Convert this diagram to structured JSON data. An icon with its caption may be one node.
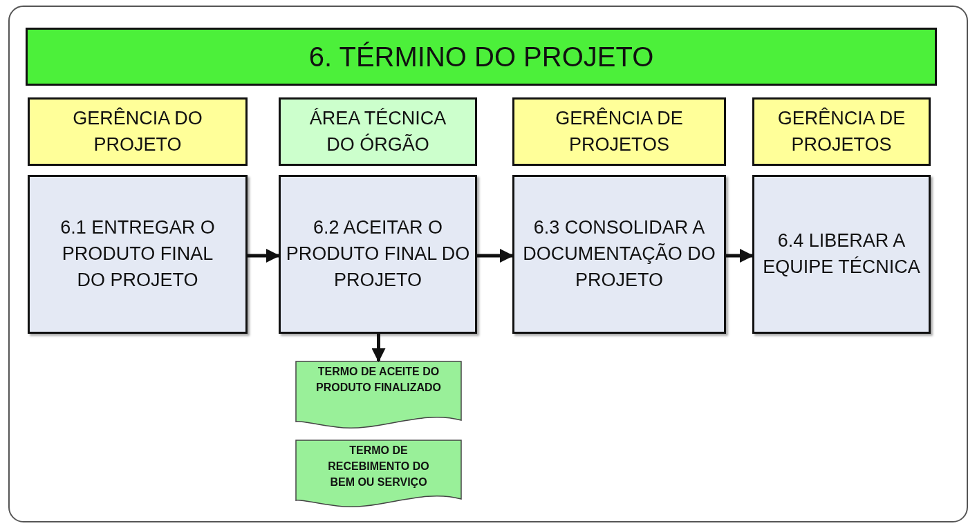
{
  "diagram": {
    "nodes": [
      {
        "text": [
          "6. TÉRMINO DO PROJETO"
        ]
      },
      {
        "text": [
          "GERÊNCIA DO PROJETO"
        ]
      },
      {
        "text": [
          "ÁREA TÉCNICA DO ÓRGÃO"
        ]
      },
      {
        "text": [
          "GERÊNCIA DE PROJETOS"
        ]
      },
      {
        "text": [
          "GERÊNCIA DE PROJETOS"
        ]
      },
      {
        "text": [
          "6.1 ENTREGAR O PRODUTO FINAL DO PROJETO"
        ]
      },
      {
        "text": [
          "6.2 ACEITAR O PRODUTO FINAL DO PROJETO"
        ]
      },
      {
        "text": [
          "6.3 CONSOLIDAR A DOCUMENTAÇÃO DO PROJETO"
        ]
      },
      {
        "text": [
          "6.4 LIBERAR A EQUIPE TÉCNICA"
        ]
      },
      {
        "text": [
          "TERMO DE ACEITE DO PRODUTO FINALIZADO"
        ]
      },
      {
        "text": [
          "TERMO DE RECEBIMENTO DO BEM OU SERVIÇO"
        ]
      }
    ],
    "edges": [
      {
        "from": 5,
        "to": 6,
        "arrow": "to"
      },
      {
        "from": 6,
        "to": 7,
        "arrow": "to"
      },
      {
        "from": 7,
        "to": 8,
        "arrow": "to"
      },
      {
        "from": 6,
        "to": 9,
        "arrow": "to"
      }
    ]
  }
}
